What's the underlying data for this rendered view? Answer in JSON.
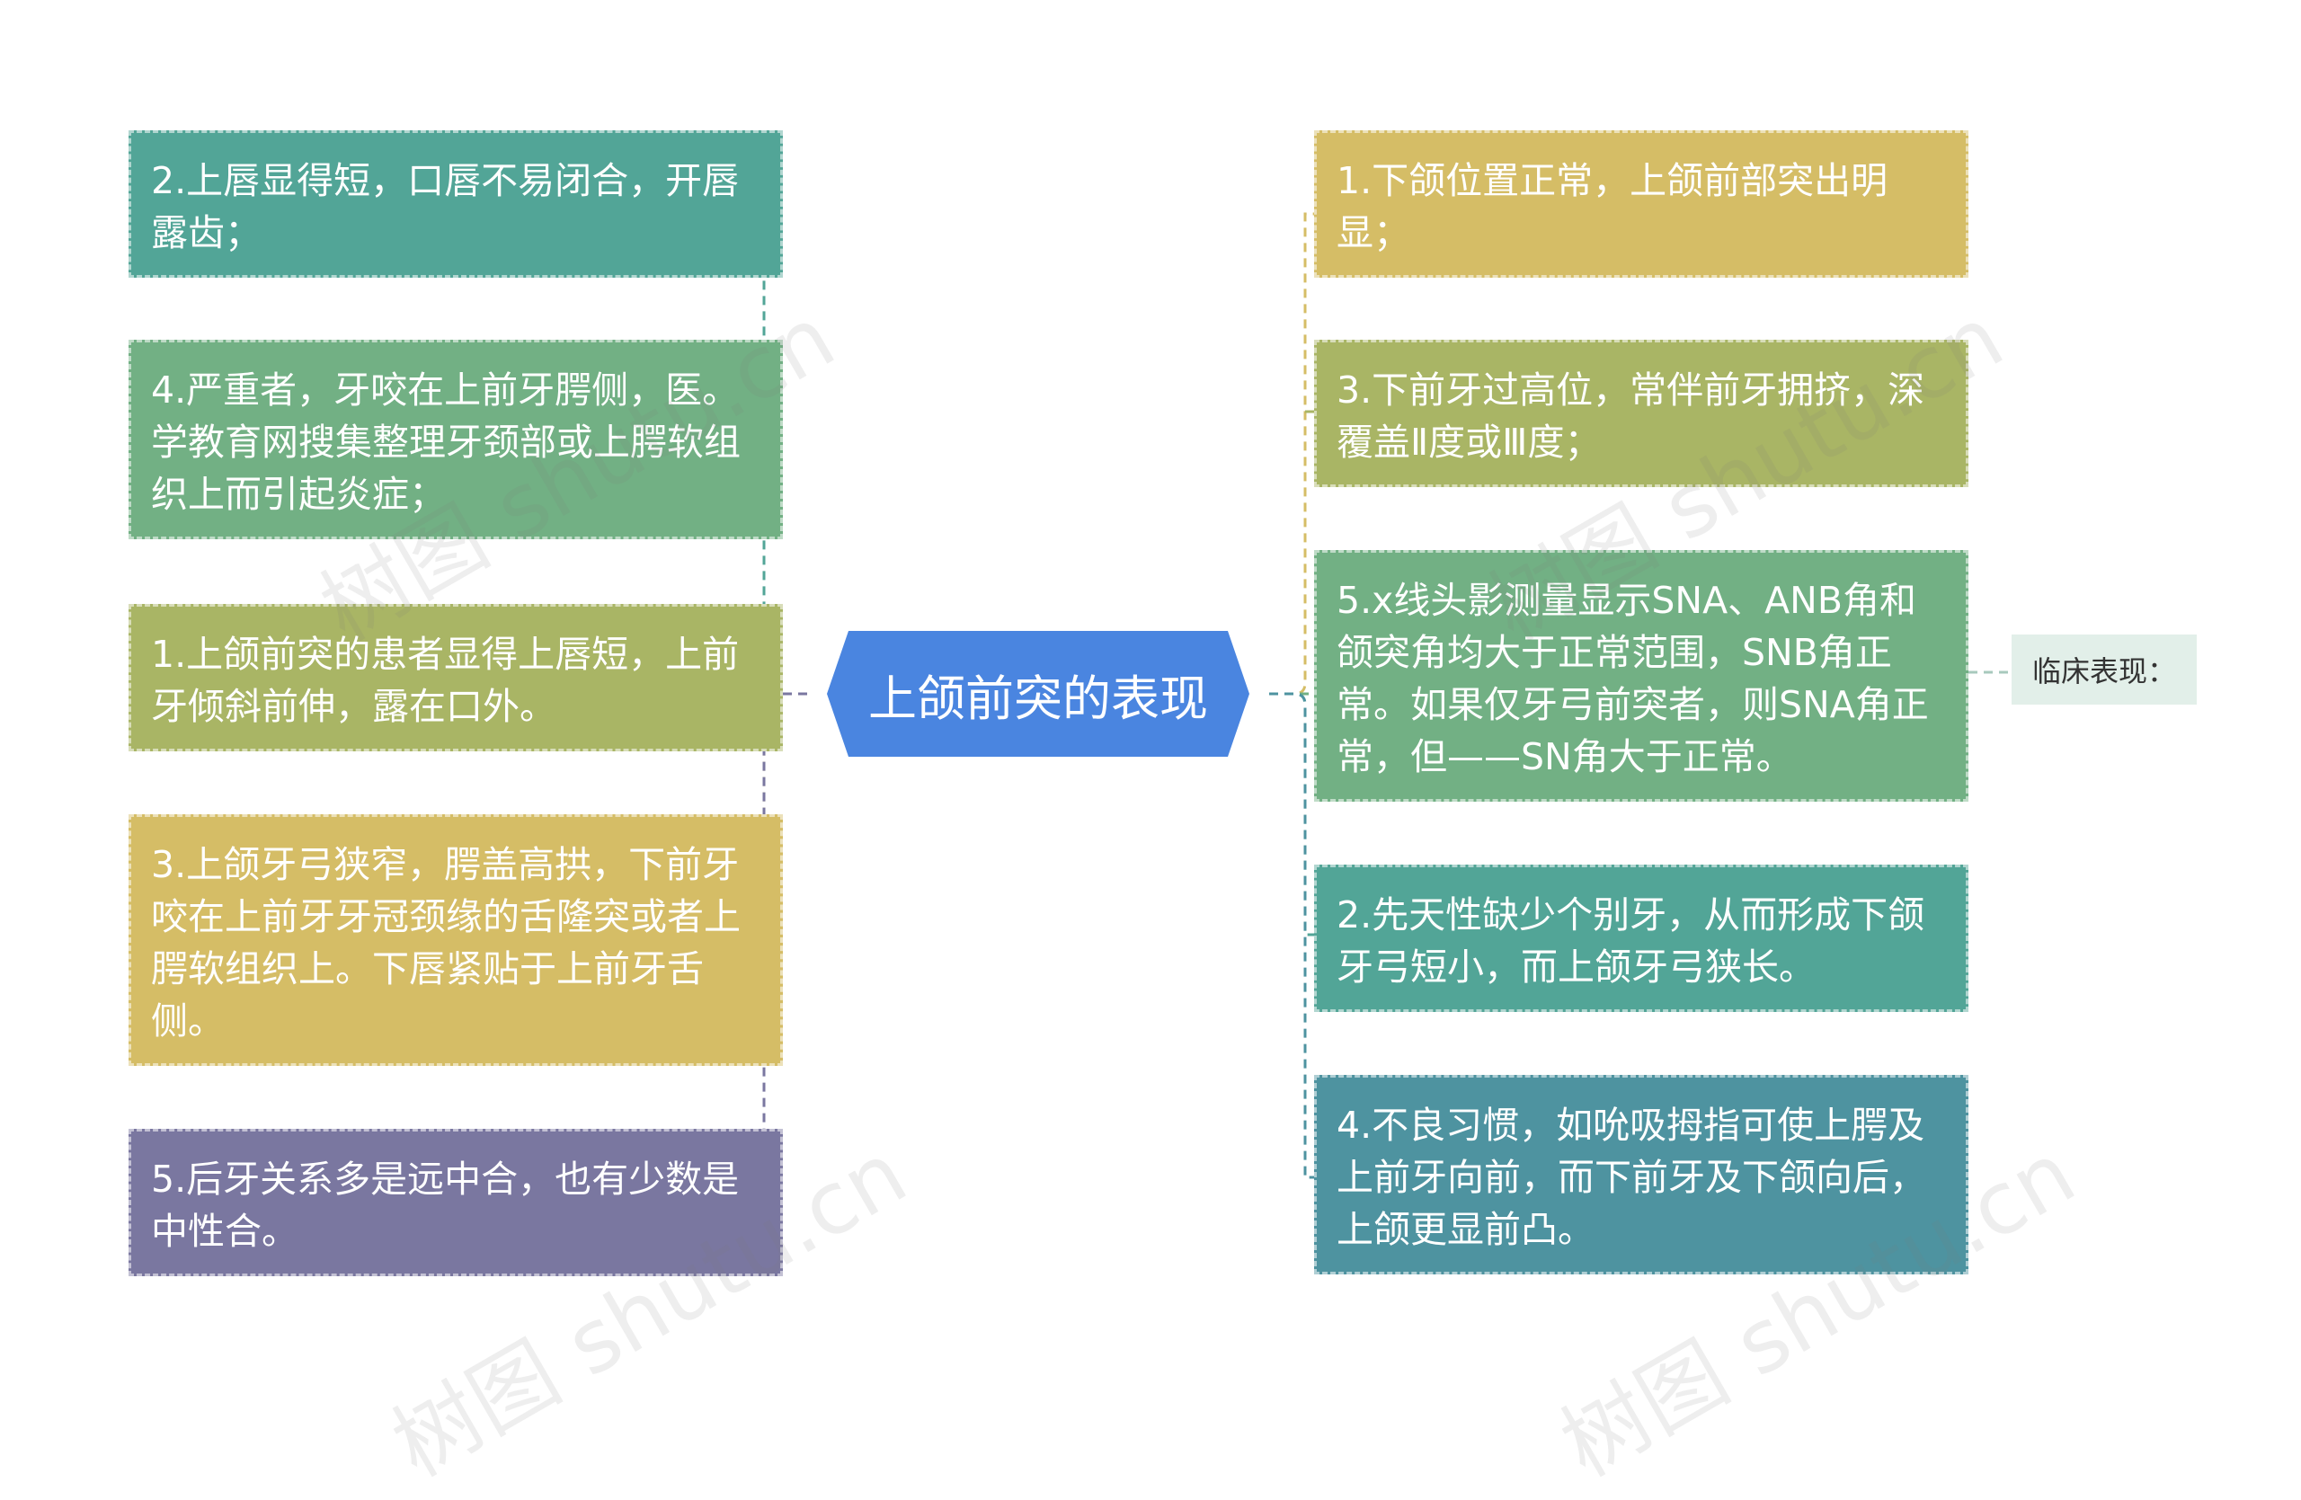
{
  "root": {
    "label": "上颌前突的表现",
    "color": "#4a85e0"
  },
  "left_nodes": [
    {
      "text": "2.上唇显得短，口唇不易闭合，开唇露齿；",
      "color": "#52a597"
    },
    {
      "text": "4.严重者，牙咬在上前牙腭侧，医。学教育网搜集整理牙颈部或上腭软组织上而引起炎症；",
      "color": "#72b084"
    },
    {
      "text": "1.上颌前突的患者显得上唇短，上前牙倾斜前伸，露在口外。",
      "color": "#a9b565"
    },
    {
      "text": "3.上颌牙弓狭窄，腭盖高拱，下前牙咬在上前牙牙冠颈缘的舌隆突或者上腭软组织上。下唇紧贴于上前牙舌侧。",
      "color": "#d5bd66"
    },
    {
      "text": "5.后牙关系多是远中合，也有少数是中性合。",
      "color": "#7a77a0"
    }
  ],
  "right_nodes": [
    {
      "text": "1.下颌位置正常，上颌前部突出明显；",
      "color": "#d5bd66"
    },
    {
      "text": "3.下前牙过高位，常伴前牙拥挤，深覆盖Ⅱ度或Ⅲ度；",
      "color": "#a9b565"
    },
    {
      "text": "5.x线头影测量显示SNA、ANB角和颌突角均大于正常范围，SNB角正常。如果仅牙弓前突者，则SNA角正常，但——SN角大于正常。",
      "color": "#72b084"
    },
    {
      "text": "2.先天性缺少个别牙，从而形成下颌牙弓短小，而上颌牙弓狭长。",
      "color": "#52a597"
    },
    {
      "text": "4.不良习惯，如吮吸拇指可使上腭及上前牙向前，而下前牙及下颌向后，上颌更显前凸。",
      "color": "#4e93a0"
    }
  ],
  "tag": {
    "label": "临床表现："
  },
  "watermark": "树图 shutu.cn"
}
